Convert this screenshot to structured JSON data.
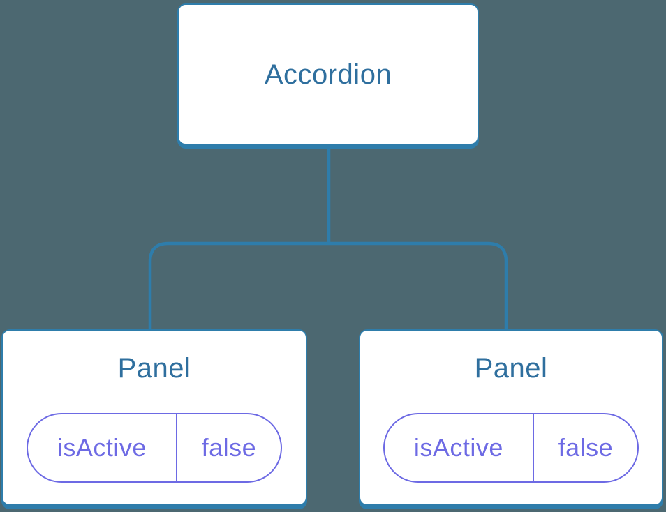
{
  "colors": {
    "background": "#4c6871",
    "node_stroke": "#2e7dab",
    "node_fill": "#ffffff",
    "label_text": "#2f6f9e",
    "state_stroke": "#6d6ae4",
    "state_text": "#6d6ae4"
  },
  "diagram": {
    "root": {
      "label": "Accordion"
    },
    "panels": [
      {
        "label": "Panel",
        "state": {
          "key": "isActive",
          "value": "false"
        }
      },
      {
        "label": "Panel",
        "state": {
          "key": "isActive",
          "value": "false"
        }
      }
    ]
  }
}
